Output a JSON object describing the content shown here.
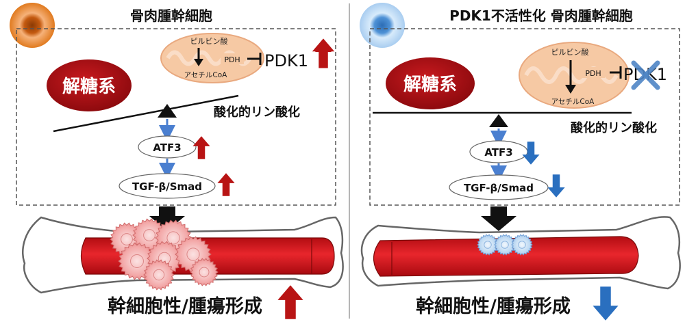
{
  "left": {
    "title": "骨肉腫幹細胞",
    "pathway_box": {
      "pyruvate": "ピルビン酸",
      "pdh": "PDH",
      "acetyl_coa": "アセチルCoA",
      "pdk1": "PDK1"
    },
    "glycolysis": "解糖系",
    "oxphos": "酸化的リン酸化",
    "atf3": "ATF3",
    "tgf": "TGF-β/Smad",
    "outcome": "幹細胞性/腫瘍形成"
  },
  "right": {
    "title": "PDK1不活性化 骨肉腫幹細胞",
    "pathway_box": {
      "pyruvate": "ピルビン酸",
      "pdh": "PDH",
      "acetyl_coa": "アセチルCoA",
      "pdk1": "PDK1"
    },
    "glycolysis": "解糖系",
    "oxphos": "酸化的リン酸化",
    "atf3": "ATF3",
    "tgf": "TGF-β/Smad",
    "outcome": "幹細胞性/腫瘍形成"
  },
  "colors": {
    "up_arrow": "#b81414",
    "down_arrow": "#2a6fbf",
    "glycolysis_fill": "#a80c12",
    "mito_fill": "#f6c9a4",
    "bone_marrow": "#d4121a",
    "left_cell": "#e07a1f",
    "right_cell": "#7fb3e6"
  }
}
